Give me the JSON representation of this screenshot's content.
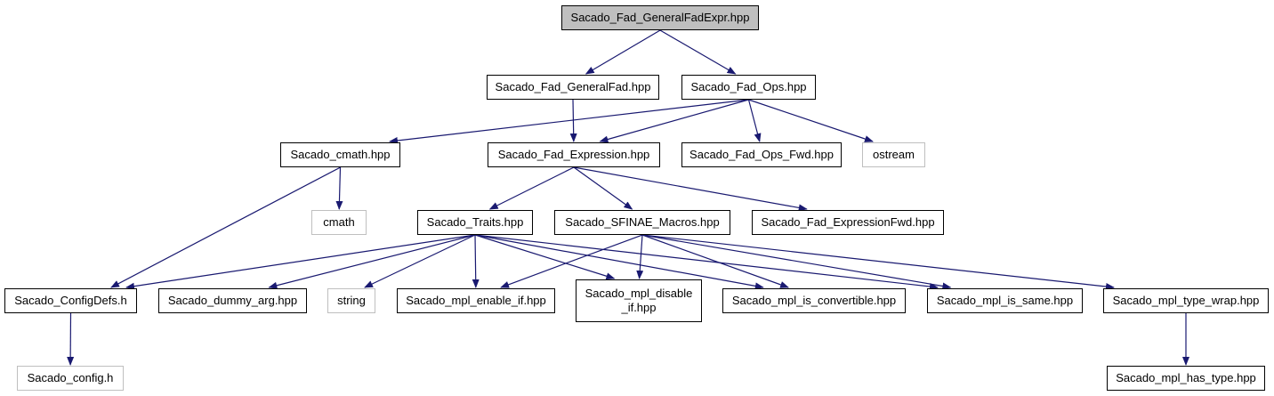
{
  "colors": {
    "edge": "#191970",
    "root_fill": "#bfbfbf",
    "external_border": "#bfbfbf",
    "node_border": "#000000"
  },
  "nodes": {
    "general_fad_expr": "Sacado_Fad_GeneralFadExpr.hpp",
    "general_fad": "Sacado_Fad_GeneralFad.hpp",
    "fad_ops": "Sacado_Fad_Ops.hpp",
    "cmath_hpp": "Sacado_cmath.hpp",
    "fad_expression": "Sacado_Fad_Expression.hpp",
    "fad_ops_fwd": "Sacado_Fad_Ops_Fwd.hpp",
    "ostream": "ostream",
    "cmath": "cmath",
    "traits": "Sacado_Traits.hpp",
    "sfinae_macros": "Sacado_SFINAE_Macros.hpp",
    "fad_expression_fwd": "Sacado_Fad_ExpressionFwd.hpp",
    "config_defs": "Sacado_ConfigDefs.h",
    "dummy_arg": "Sacado_dummy_arg.hpp",
    "string": "string",
    "mpl_enable_if": "Sacado_mpl_enable_if.hpp",
    "mpl_disable_if": "Sacado_mpl_disable\n_if.hpp",
    "mpl_is_convertible": "Sacado_mpl_is_convertible.hpp",
    "mpl_is_same": "Sacado_mpl_is_same.hpp",
    "mpl_type_wrap": "Sacado_mpl_type_wrap.hpp",
    "config_h": "Sacado_config.h",
    "mpl_has_type": "Sacado_mpl_has_type.hpp"
  },
  "edges": [
    [
      "general_fad_expr",
      "general_fad"
    ],
    [
      "general_fad_expr",
      "fad_ops"
    ],
    [
      "general_fad",
      "fad_expression"
    ],
    [
      "fad_ops",
      "cmath_hpp"
    ],
    [
      "fad_ops",
      "fad_expression"
    ],
    [
      "fad_ops",
      "fad_ops_fwd"
    ],
    [
      "fad_ops",
      "ostream"
    ],
    [
      "cmath_hpp",
      "cmath"
    ],
    [
      "cmath_hpp",
      "config_defs"
    ],
    [
      "fad_expression",
      "traits"
    ],
    [
      "fad_expression",
      "sfinae_macros"
    ],
    [
      "fad_expression",
      "fad_expression_fwd"
    ],
    [
      "traits",
      "config_defs"
    ],
    [
      "traits",
      "dummy_arg"
    ],
    [
      "traits",
      "string"
    ],
    [
      "traits",
      "mpl_enable_if"
    ],
    [
      "traits",
      "mpl_disable_if"
    ],
    [
      "traits",
      "mpl_is_convertible"
    ],
    [
      "traits",
      "mpl_is_same"
    ],
    [
      "sfinae_macros",
      "mpl_enable_if"
    ],
    [
      "sfinae_macros",
      "mpl_disable_if"
    ],
    [
      "sfinae_macros",
      "mpl_is_convertible"
    ],
    [
      "sfinae_macros",
      "mpl_is_same"
    ],
    [
      "sfinae_macros",
      "mpl_type_wrap"
    ],
    [
      "config_defs",
      "config_h"
    ],
    [
      "mpl_type_wrap",
      "mpl_has_type"
    ]
  ]
}
